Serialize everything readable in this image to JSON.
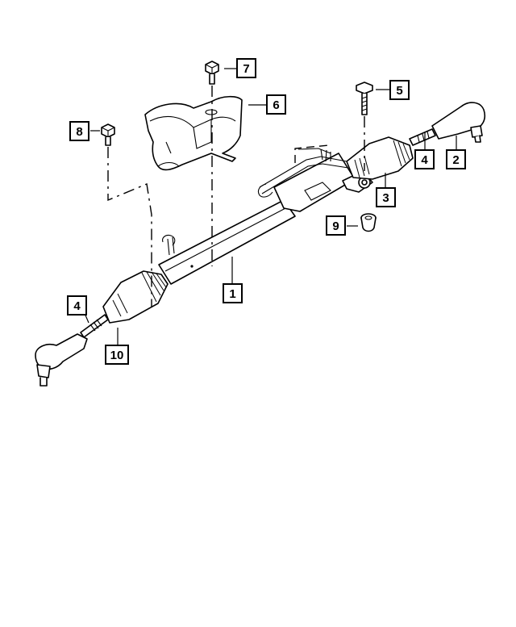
{
  "diagram": {
    "callouts": [
      {
        "id": "c1",
        "label": "1"
      },
      {
        "id": "c2",
        "label": "2"
      },
      {
        "id": "c3",
        "label": "3"
      },
      {
        "id": "c4a",
        "label": "4"
      },
      {
        "id": "c4b",
        "label": "4"
      },
      {
        "id": "c5",
        "label": "5"
      },
      {
        "id": "c6",
        "label": "6"
      },
      {
        "id": "c7",
        "label": "7"
      },
      {
        "id": "c8",
        "label": "8"
      },
      {
        "id": "c9",
        "label": "9"
      },
      {
        "id": "c10",
        "label": "10"
      }
    ]
  }
}
